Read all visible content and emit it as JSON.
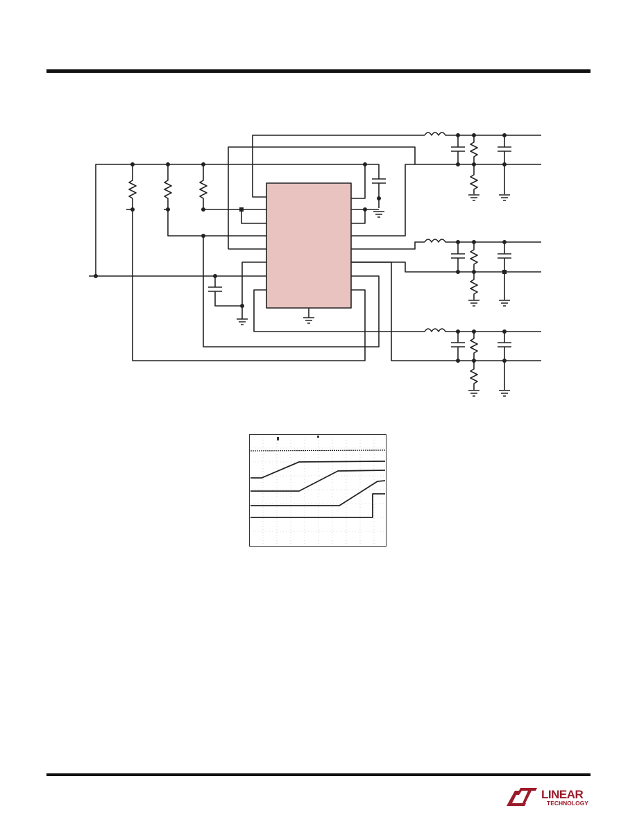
{
  "page": {
    "header_rule": "",
    "footer_rule": ""
  },
  "schematic": {
    "ic_fill": "#e8c3bf",
    "wire_color": "#222222",
    "channels": 3
  },
  "scope": {
    "grid_color": "#b0b0b0",
    "trace_color": "#222222",
    "traces": 4
  },
  "logo": {
    "line1": "LINEAR",
    "line2": "TECHNOLOGY",
    "brand_color": "#9b1b2a"
  }
}
